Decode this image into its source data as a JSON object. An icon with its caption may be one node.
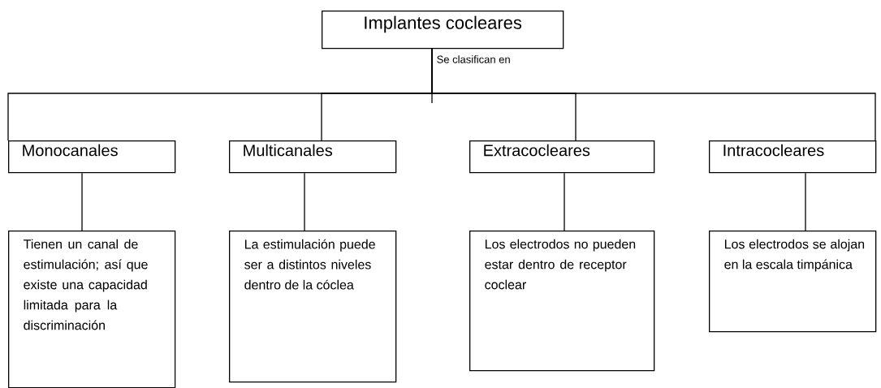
{
  "diagram": {
    "nodes": [
      {
        "text": [
          "Implantes cocleares"
        ]
      },
      {
        "text": [
          "Monocanales"
        ]
      },
      {
        "text": [
          "Multicanales"
        ]
      },
      {
        "text": [
          "Extracocleares"
        ]
      },
      {
        "text": [
          "Intracocleares"
        ]
      },
      {
        "text": [
          "Tienen un canal de estimulación; así que existe una capacidad limitada para la discriminación"
        ]
      },
      {
        "text": [
          "La estimulación puede ser a distintos niveles dentro de la cóclea"
        ]
      },
      {
        "text": [
          "Los electrodos no pueden estar dentro de receptor coclear"
        ]
      },
      {
        "text": [
          "Los electrodos se alojan en la escala timpánica"
        ]
      }
    ],
    "edges": [
      {
        "from": 0,
        "to": 1,
        "arrow": "none",
        "label": "Se clasifican en"
      },
      {
        "from": 0,
        "to": 2,
        "arrow": "none"
      },
      {
        "from": 0,
        "to": 3,
        "arrow": "none"
      },
      {
        "from": 0,
        "to": 4,
        "arrow": "none"
      },
      {
        "from": 1,
        "to": 5,
        "arrow": "none"
      },
      {
        "from": 2,
        "to": 6,
        "arrow": "none"
      },
      {
        "from": 3,
        "to": 7,
        "arrow": "none"
      },
      {
        "from": 4,
        "to": 8,
        "arrow": "none"
      }
    ]
  }
}
